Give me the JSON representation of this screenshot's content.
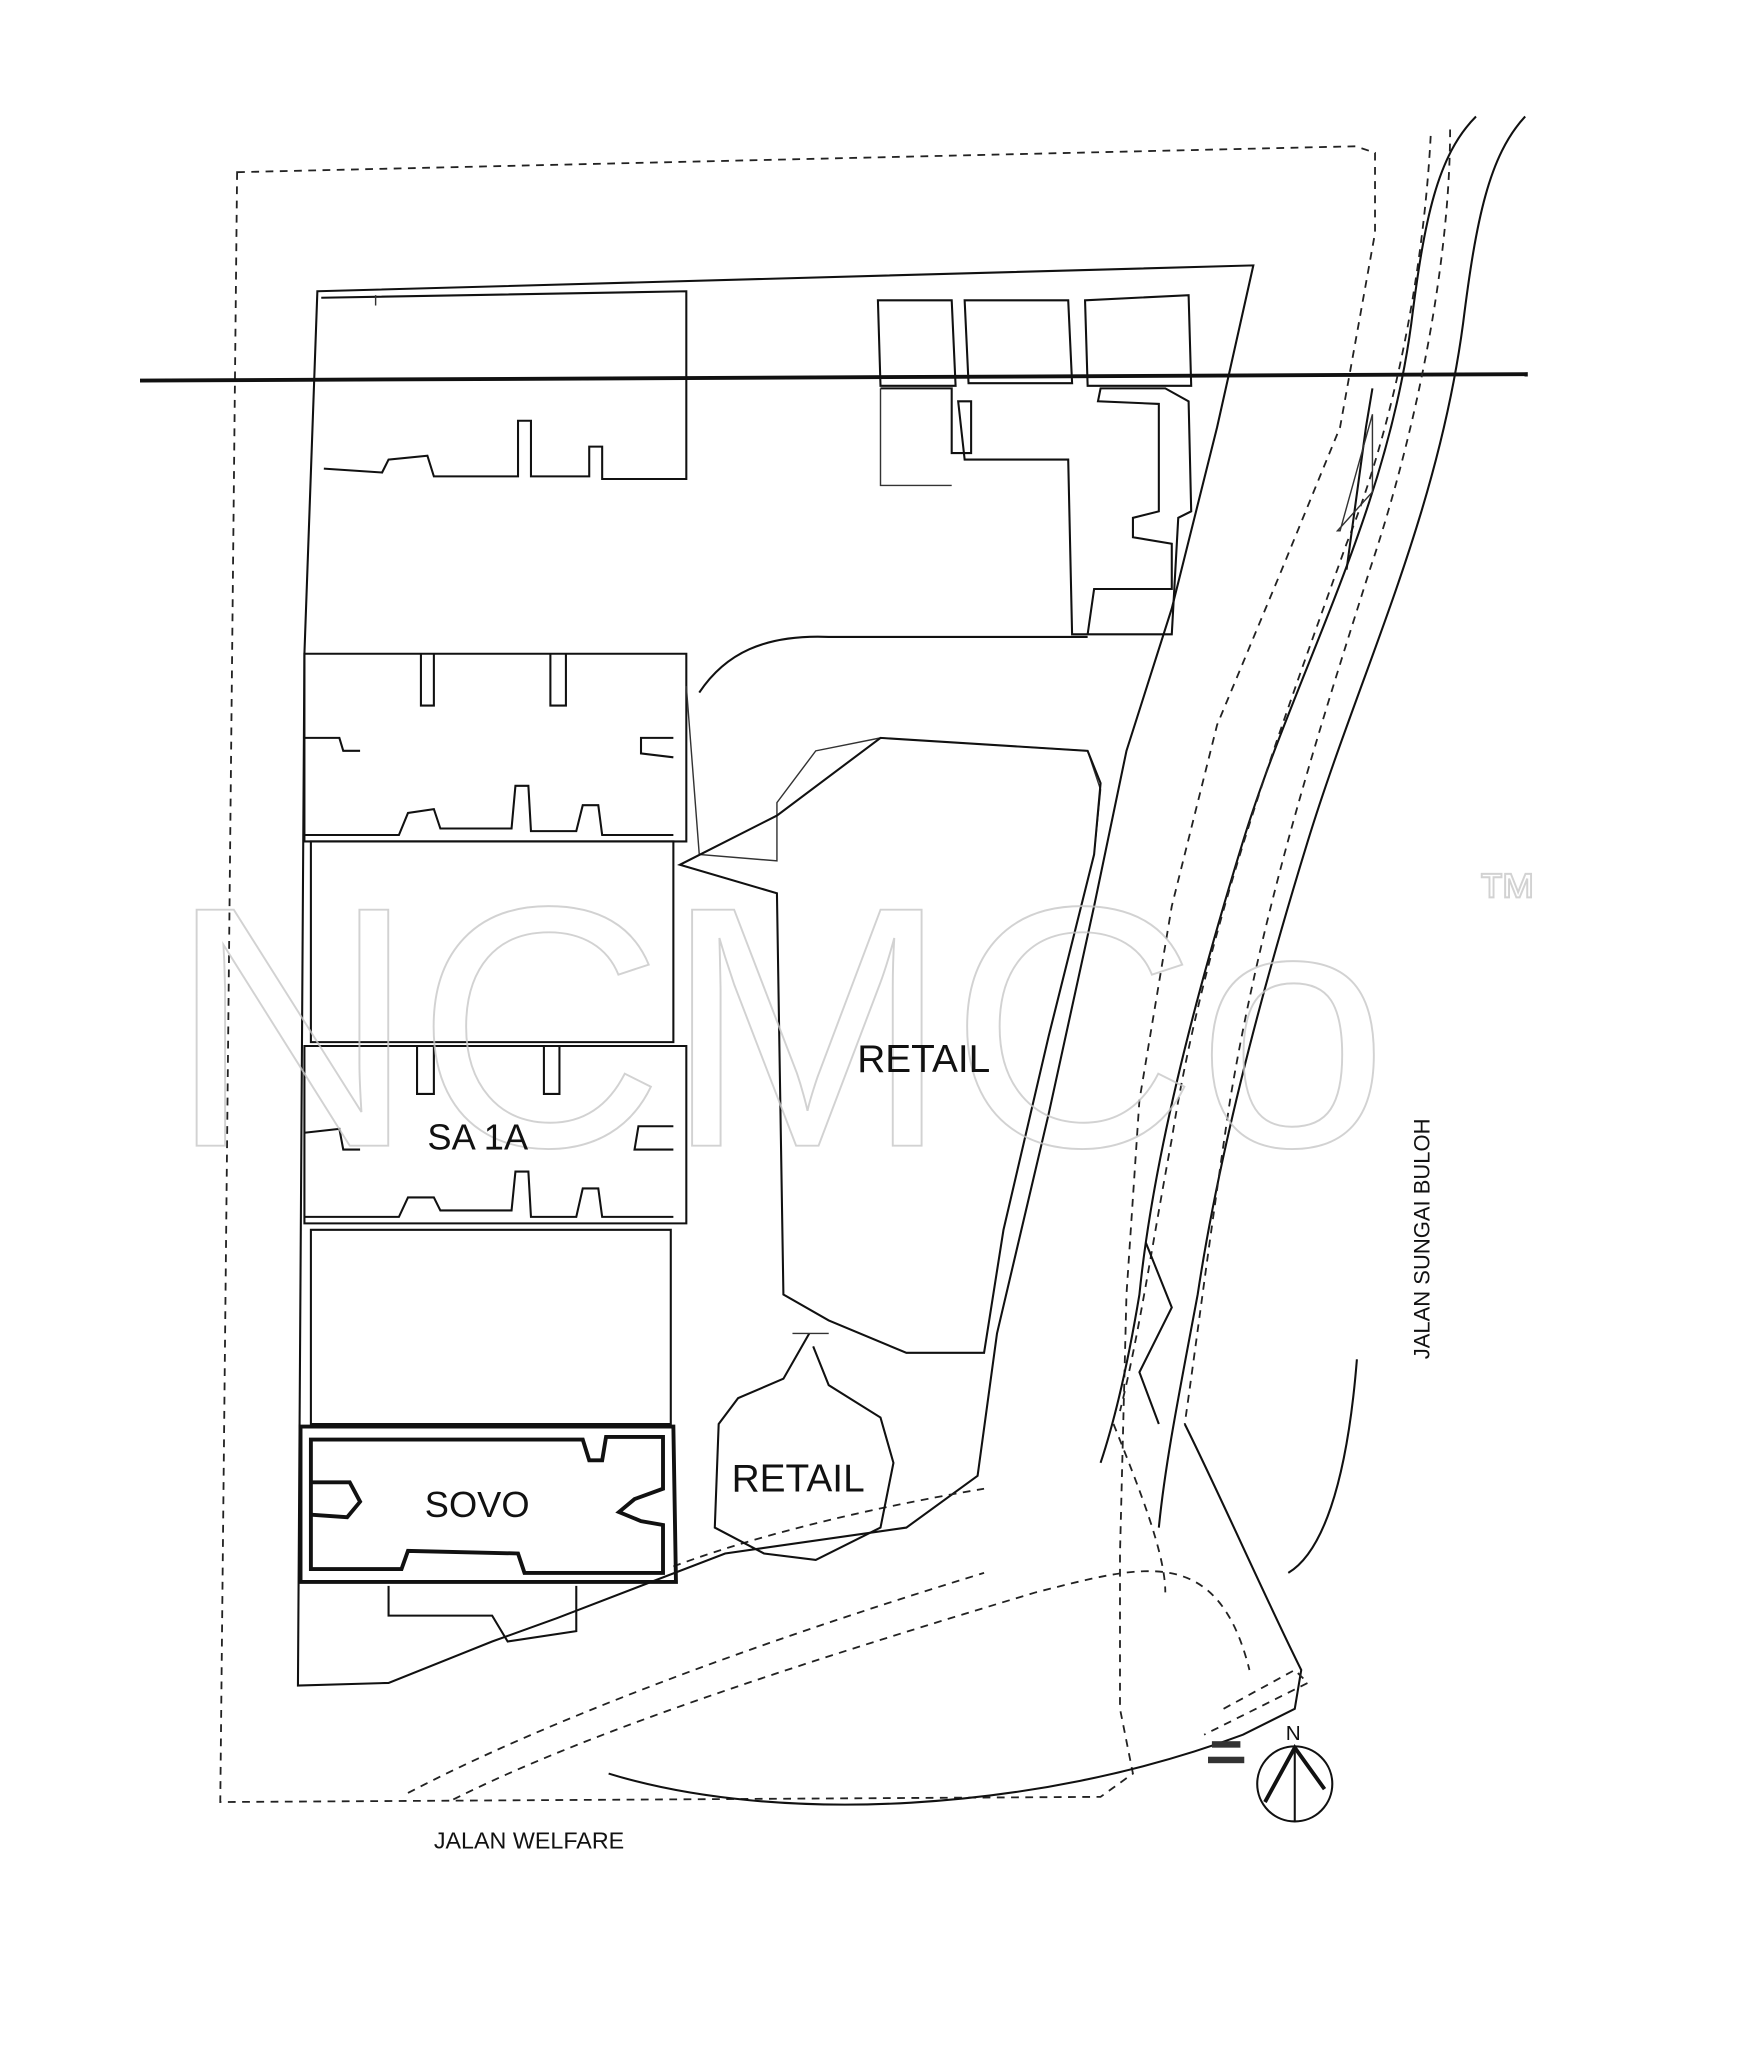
{
  "plan": {
    "labels": {
      "retail_main": "RETAIL",
      "retail_small": "RETAIL",
      "sa1a": "SA 1A",
      "sovo": "SOVO",
      "road_bottom": "JALAN WELFARE",
      "road_right": "JALAN SUNGAI BULOH",
      "north": "N"
    },
    "watermark": {
      "text": "NCMCo",
      "mark": "™"
    },
    "colors": {
      "line": "#111111",
      "watermark": "#c8c8c8"
    }
  }
}
